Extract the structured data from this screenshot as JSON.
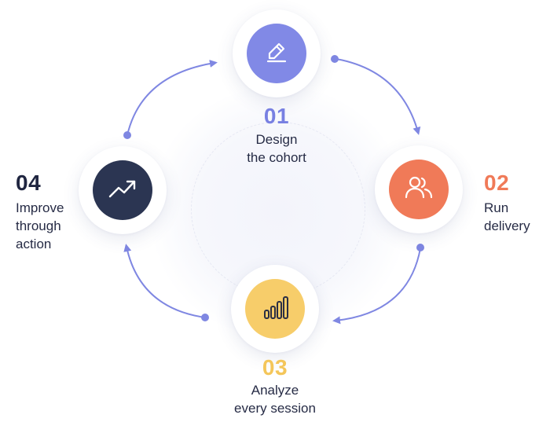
{
  "colors": {
    "design": "#8189e6",
    "delivery": "#f07a58",
    "analyze": "#f7cd6a",
    "improve": "#2b3552",
    "arrow": "#7f87e2",
    "num_design": "#7880e2",
    "num_delivery": "#f07a58",
    "num_analyze": "#f4c65a",
    "num_improve": "#1f2540"
  },
  "steps": [
    {
      "number": "01",
      "label_line1": "Design",
      "label_line2": "the cohort",
      "icon": "pencil-edit-icon"
    },
    {
      "number": "02",
      "label_line1": "Run",
      "label_line2": "delivery",
      "icon": "users-icon"
    },
    {
      "number": "03",
      "label_line1": "Analyze",
      "label_line2": "every session",
      "icon": "bar-chart-icon"
    },
    {
      "number": "04",
      "label_line1": "Improve",
      "label_line2": "through",
      "label_line3": "action",
      "icon": "trend-up-icon"
    }
  ]
}
